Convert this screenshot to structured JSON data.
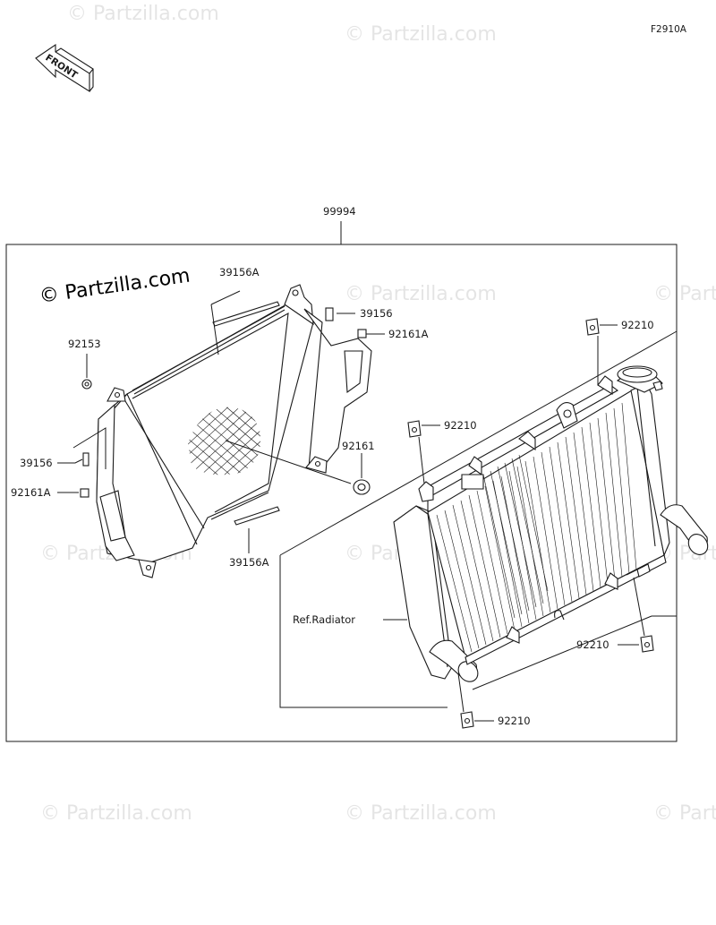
{
  "figure_code": "F2910A",
  "front_label": "FRONT",
  "watermark": "© Partzilla.com",
  "watermark_strong": "© Partzilla.com",
  "assembly_part": "99994",
  "ref_label": "Ref.Radiator",
  "callouts": {
    "p39156A_top": "39156A",
    "p39156_top": "39156",
    "p92161A_right": "92161A",
    "p92153": "92153",
    "p39156_left": "39156",
    "p92161A_left": "92161A",
    "p92161": "92161",
    "p39156A_bottom": "39156A",
    "p92210_top": "92210",
    "p92210_mid": "92210",
    "p92210_right": "92210",
    "p92210_bottom": "92210"
  }
}
